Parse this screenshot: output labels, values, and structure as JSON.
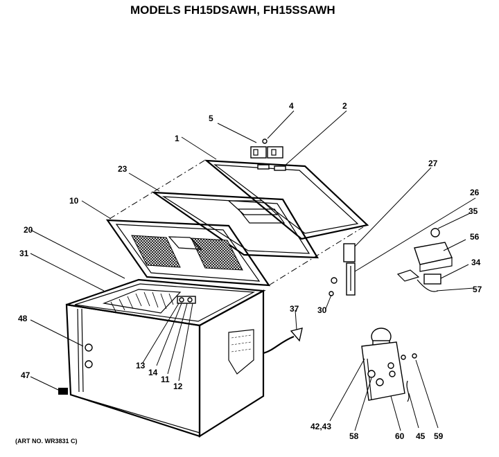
{
  "header": {
    "title": "MODELS FH15DSAWH, FH15SSAWH"
  },
  "callouts": [
    {
      "id": "c1",
      "label": "1"
    },
    {
      "id": "c2",
      "label": "2"
    },
    {
      "id": "c4",
      "label": "4"
    },
    {
      "id": "c5",
      "label": "5"
    },
    {
      "id": "c10",
      "label": "10"
    },
    {
      "id": "c11",
      "label": "11"
    },
    {
      "id": "c12",
      "label": "12"
    },
    {
      "id": "c13",
      "label": "13"
    },
    {
      "id": "c14",
      "label": "14"
    },
    {
      "id": "c20",
      "label": "20"
    },
    {
      "id": "c23",
      "label": "23"
    },
    {
      "id": "c26",
      "label": "26"
    },
    {
      "id": "c27",
      "label": "27"
    },
    {
      "id": "c30",
      "label": "30"
    },
    {
      "id": "c31",
      "label": "31"
    },
    {
      "id": "c34",
      "label": "34"
    },
    {
      "id": "c35",
      "label": "35"
    },
    {
      "id": "c37",
      "label": "37"
    },
    {
      "id": "c4243",
      "label": "42,43"
    },
    {
      "id": "c45",
      "label": "45"
    },
    {
      "id": "c47",
      "label": "47"
    },
    {
      "id": "c48",
      "label": "48"
    },
    {
      "id": "c56",
      "label": "56"
    },
    {
      "id": "c57",
      "label": "57"
    },
    {
      "id": "c58",
      "label": "58"
    },
    {
      "id": "c59",
      "label": "59"
    },
    {
      "id": "c60",
      "label": "60"
    }
  ],
  "footer": {
    "art_no": "(ART NO. WR3831 C)"
  }
}
